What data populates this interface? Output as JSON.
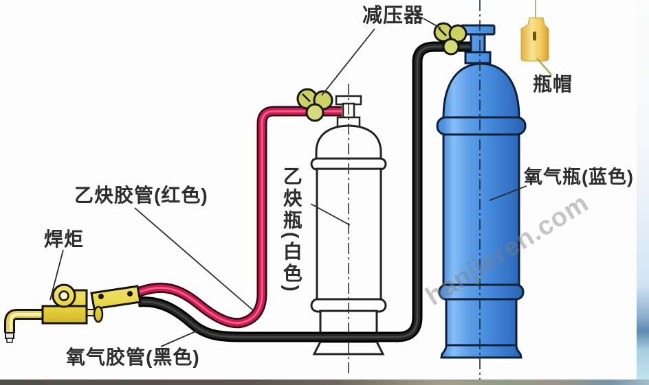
{
  "diagram": {
    "title_context": "oxy-acetylene gas welding equipment diagram",
    "labels": {
      "regulator": "减压器",
      "bottle_cap": "瓶帽",
      "acetylene_hose": "乙炔胶管(红色)",
      "acetylene_bottle": "乙炔瓶(白色)",
      "oxygen_bottle": "氧气瓶(蓝色)",
      "torch": "焊炬",
      "oxygen_hose": "氧气胶管(黑色)"
    },
    "watermark": "hanjieren.com",
    "colors": {
      "acetylene_hose_red": "#ce1a52",
      "oxygen_hose_black": "#1c1c1c",
      "oxygen_bottle_blue": "#4a90e0",
      "acetylene_bottle_white": "#fdfdfd",
      "regulator_olive": "#ccd166",
      "torch_gold": "#e9d43f",
      "cap_gold": "#f2cd5f"
    }
  }
}
